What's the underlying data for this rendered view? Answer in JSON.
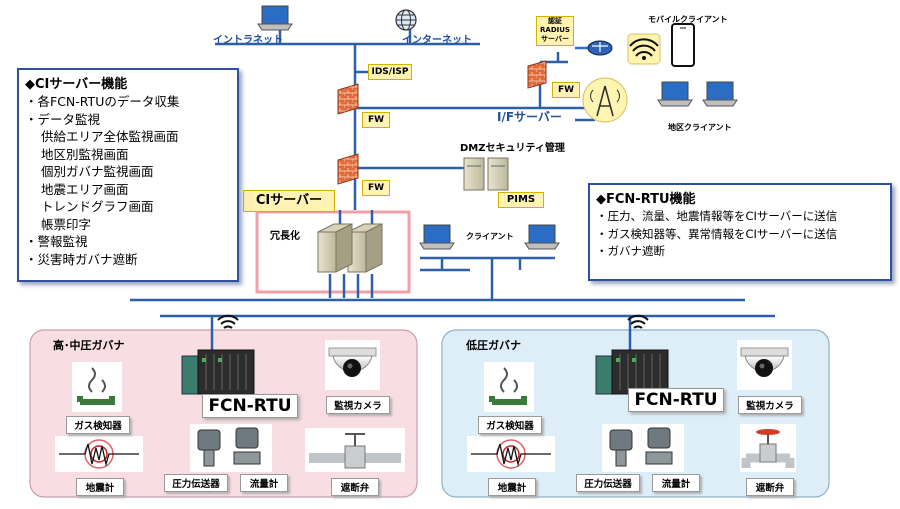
{
  "top": {
    "intranet": "イントラネット",
    "internet": "インターネット",
    "ids_isp": "IDS/ISP",
    "fw1": "FW",
    "fw2": "FW",
    "fw3": "FW",
    "if_server": "I/Fサーバー",
    "auth_server": "認証\nRADIUS\nサーバー",
    "mobile_client": "モバイルクライアント",
    "area_client": "地区クライアント",
    "dmz": "DMZセキュリティ管理",
    "pims": "PIMS",
    "ci_server": "CIサーバー",
    "redundancy": "冗長化",
    "client": "クライアント"
  },
  "ci_box": {
    "title": "◆CIサーバー機能",
    "lines": [
      {
        "text": "・各FCN-RTUのデータ収集",
        "indent": false
      },
      {
        "text": "・データ監視",
        "indent": false
      },
      {
        "text": "供給エリア全体監視画面",
        "indent": true
      },
      {
        "text": "地区別監視画面",
        "indent": true
      },
      {
        "text": "個別ガバナ監視画面",
        "indent": true
      },
      {
        "text": "地震エリア画面",
        "indent": true
      },
      {
        "text": "トレンドグラフ画面",
        "indent": true
      },
      {
        "text": "帳票印字",
        "indent": true
      },
      {
        "text": "・警報監視",
        "indent": false
      },
      {
        "text": "・災害時ガバナ遮断",
        "indent": false
      }
    ]
  },
  "fcn_box": {
    "title": "◆FCN-RTU機能",
    "lines": [
      "・圧力、流量、地震情報等をCIサーバーに送信",
      "・ガス検知器等、異常情報をCIサーバーに送信",
      "・ガバナ遮断"
    ]
  },
  "high_area": {
    "title": "高･中圧ガバナ",
    "rtu": "FCN-RTU",
    "gas_detector": "ガス検知器",
    "camera": "監視カメラ",
    "seismometer": "地震計",
    "pressure": "圧力伝送器",
    "flow": "流量計",
    "valve": "遮断弁"
  },
  "low_area": {
    "title": "低圧ガバナ",
    "rtu": "FCN-RTU",
    "gas_detector": "ガス検知器",
    "camera": "監視カメラ",
    "seismometer": "地震計",
    "pressure": "圧力伝送器",
    "flow": "流量計",
    "valve": "遮断弁"
  },
  "colors": {
    "line": "#2f5fa8",
    "high_area_bg": "#f8dde2",
    "low_area_bg": "#ddeef8",
    "redundancy_border": "#f2a0a8",
    "box_border": "#2f4f9f"
  }
}
